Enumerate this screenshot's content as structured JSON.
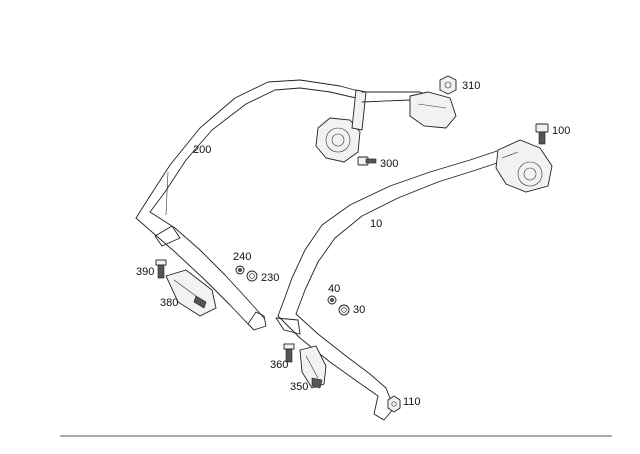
{
  "diagram": {
    "part_labels": {
      "p310": "310",
      "p100": "100",
      "p200": "200",
      "p300": "300",
      "p10": "10",
      "p240": "240",
      "p230": "230",
      "p390": "390",
      "p380": "380",
      "p40": "40",
      "p30": "30",
      "p360": "360",
      "p350": "350",
      "p110": "110"
    }
  }
}
